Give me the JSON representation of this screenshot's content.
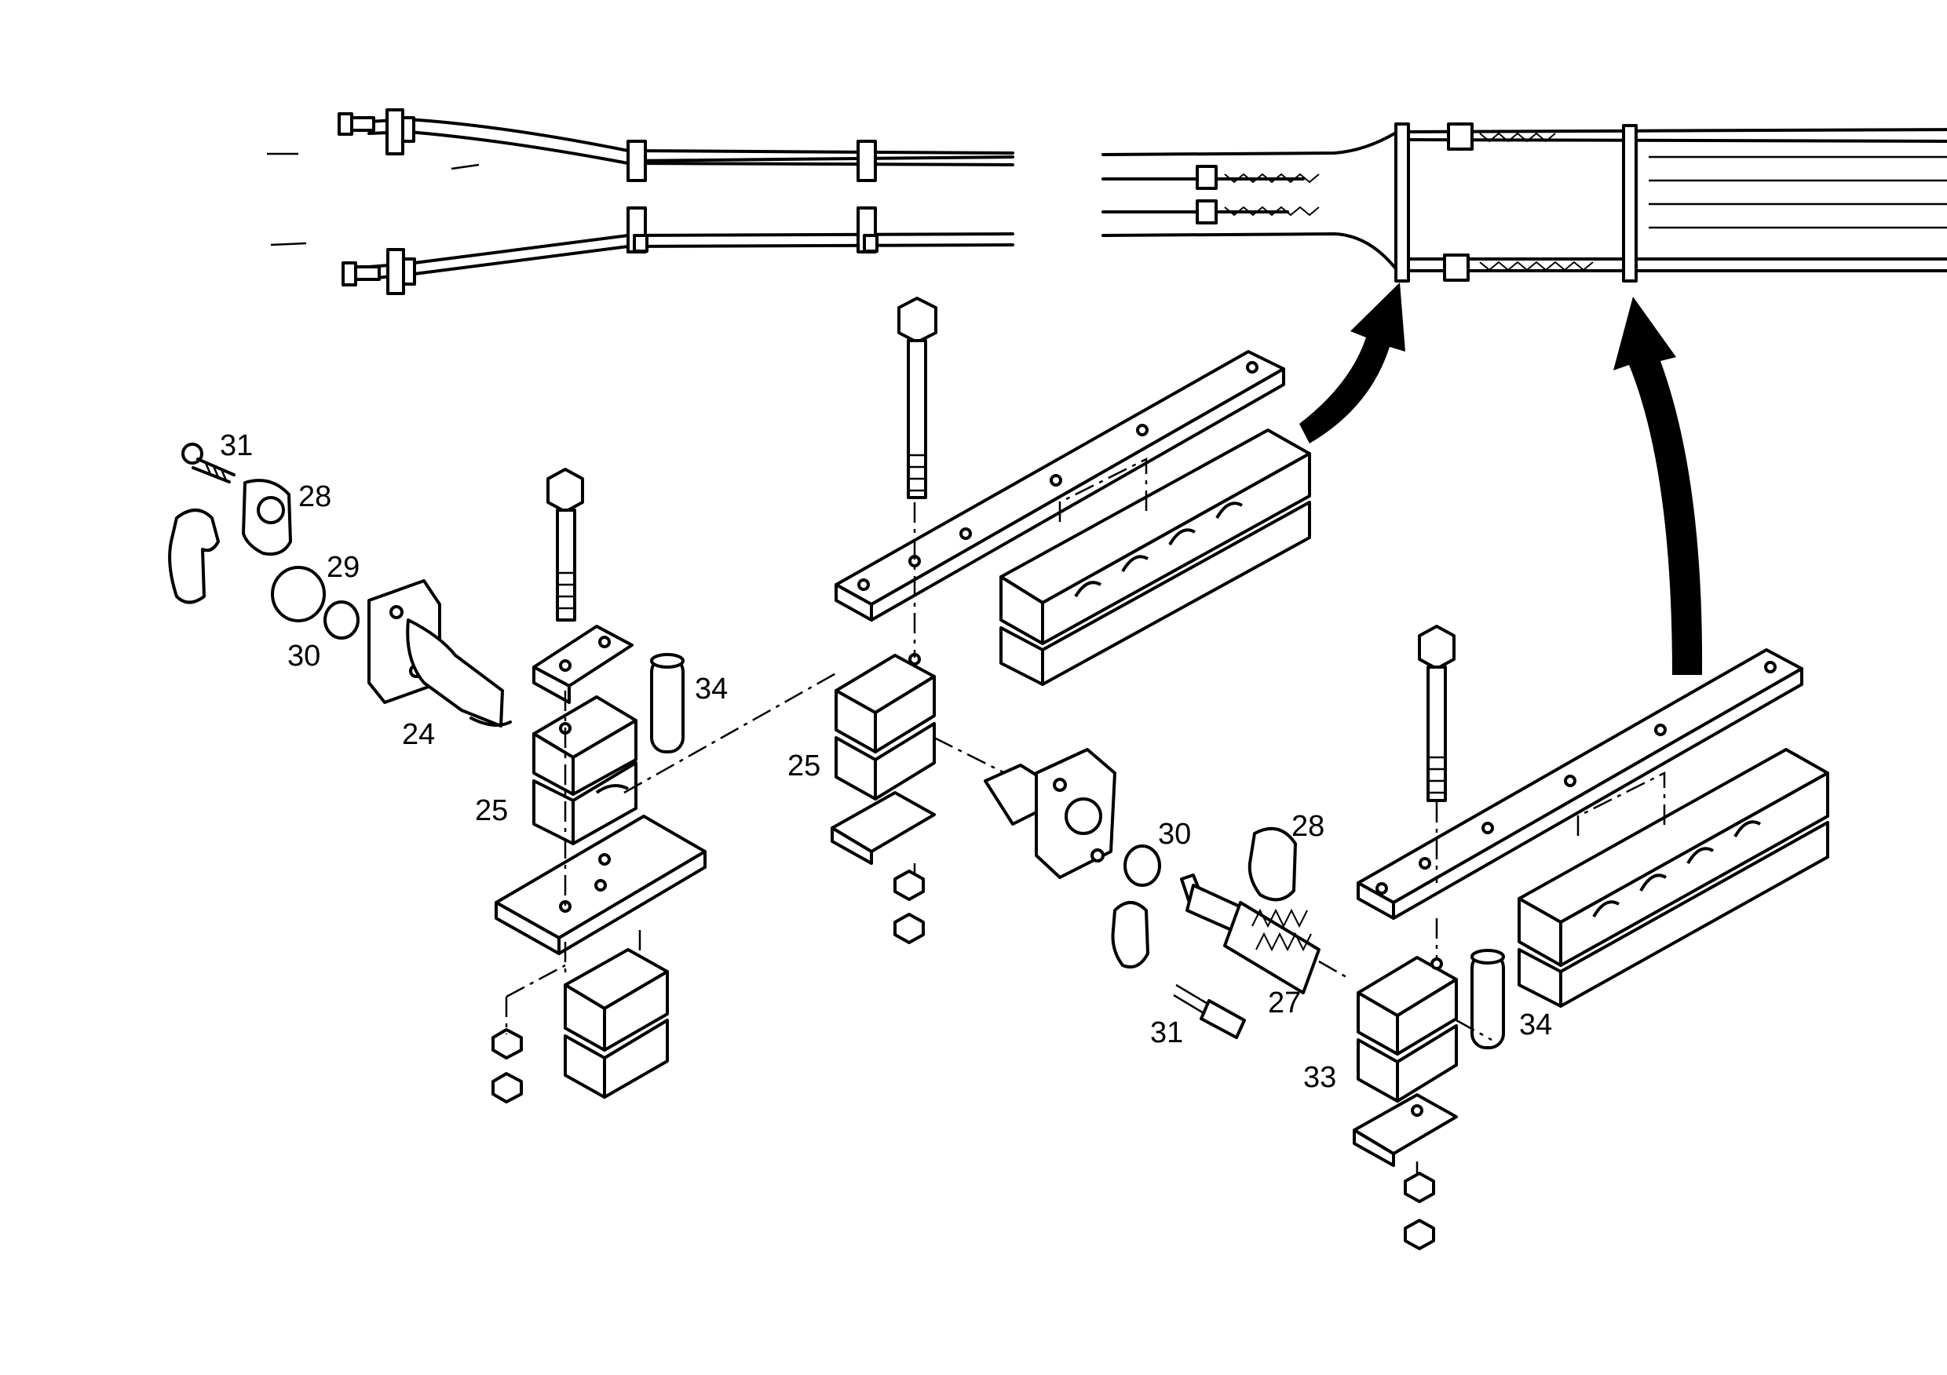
{
  "callouts": {
    "c31_top": "31",
    "c28_left": "28",
    "c29": "29",
    "c30_left": "30",
    "c24": "24",
    "c34_left": "34",
    "c25_left": "25",
    "c25_mid": "25",
    "c30_mid": "30",
    "c28_right": "28",
    "c27": "27",
    "c31_bottom": "31",
    "c34_right": "34",
    "c33": "33"
  }
}
